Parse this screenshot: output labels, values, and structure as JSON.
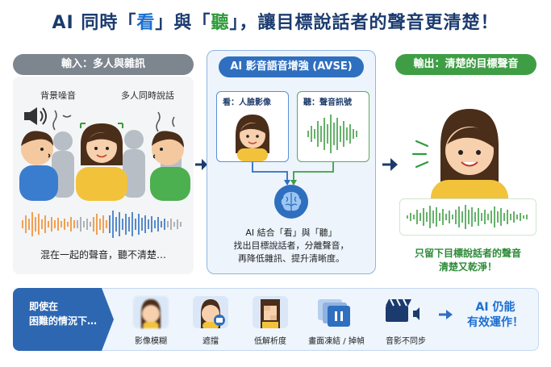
{
  "title": {
    "part1": "AI 同時「",
    "see": "看",
    "part2": "」與「",
    "hear": "聽",
    "part3": "」，讓目標說話者的聲音更清楚！"
  },
  "input": {
    "header": "輸入：多人與雜訊",
    "noise_label": "背景噪音",
    "multi_label": "多人同時說話",
    "caption": "混在一起的聲音，聽不清楚…"
  },
  "ai": {
    "header": "AI 影音語音增強 (AVSE)",
    "see_label": "看：人臉影像",
    "hear_label": "聽：聲音訊號",
    "desc": [
      "AI 結合「看」與「聽」",
      "找出目標說話者，分離聲音，",
      "再降低雜訊、提升清晰度。"
    ]
  },
  "output": {
    "header": "輸出：清楚的目標聲音",
    "caption": [
      "只留下目標說話者的聲音",
      "清楚又乾淨！"
    ]
  },
  "bottom": {
    "lead": [
      "即使在",
      "困難的情況下…"
    ],
    "items": [
      "影像模糊",
      "遮擋",
      "低解析度",
      "畫面凍結 / 掉幀",
      "音影不同步"
    ],
    "result": [
      "AI 仍能",
      "有效運作！"
    ]
  },
  "colors": {
    "blue": "#1c6fd1",
    "green": "#2e9b3a",
    "orange": "#f08a2c",
    "navy": "#1b3b6f"
  }
}
